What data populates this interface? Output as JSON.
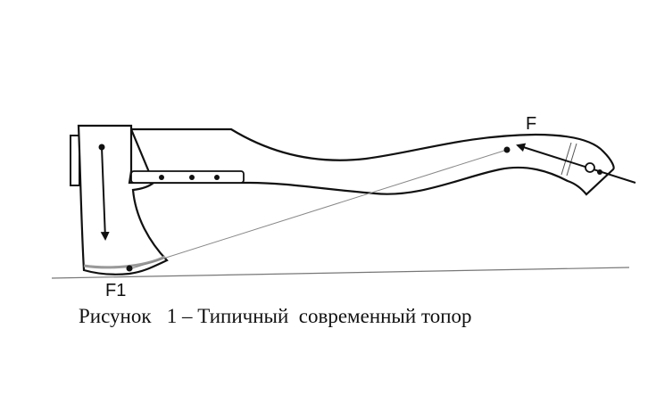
{
  "figure": {
    "label_force_handle": "F",
    "label_force_blade": "F1",
    "caption": "Рисунок   1 – Типичный  современный топор"
  },
  "colors": {
    "stroke": "#111111",
    "guide": "#888888",
    "background": "#ffffff"
  }
}
